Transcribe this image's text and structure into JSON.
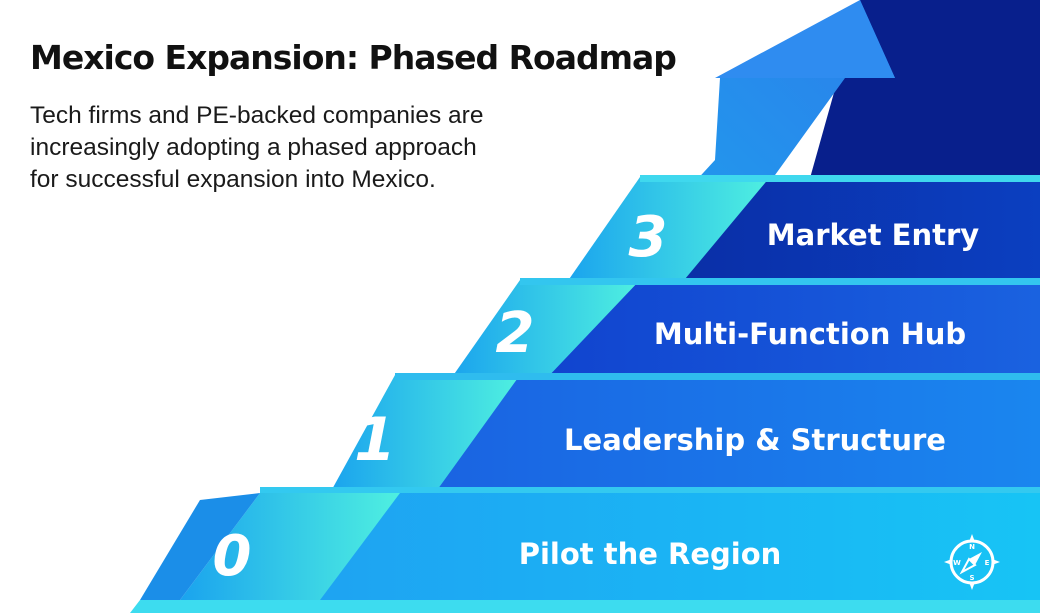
{
  "title": "Mexico Expansion: Phased Roadmap",
  "description": [
    "Tech firms and PE-backed companies are",
    "increasingly adopting a phased approach",
    "for successful expansion into Mexico."
  ],
  "steps": [
    {
      "number": "0",
      "label": "Pilot the Region"
    },
    {
      "number": "1",
      "label": "Leadership & Structure"
    },
    {
      "number": "2",
      "label": "Multi-Function Hub"
    },
    {
      "number": "3",
      "label": "Market Entry"
    }
  ],
  "icons": {
    "compass": "compass-icon",
    "arrow": "arrow-up-icon"
  },
  "colors": {
    "cyan": "#2ee6e6",
    "bright_blue": "#14a6f0",
    "royal_blue": "#1552d8",
    "deep_blue": "#0a2ea8",
    "navy": "#081f8c",
    "text_dark": "#111111"
  }
}
